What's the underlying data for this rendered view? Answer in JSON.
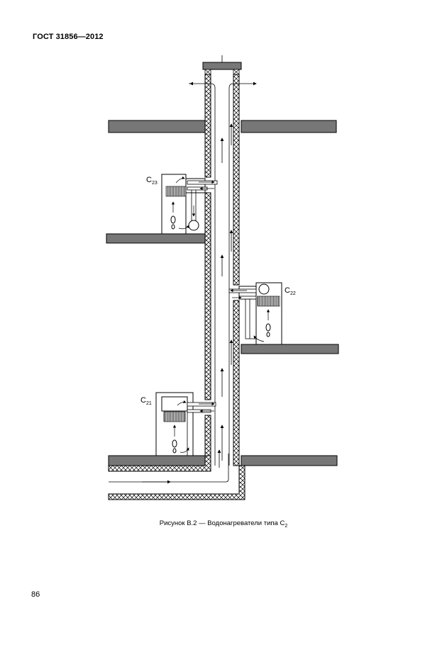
{
  "header": {
    "standard": "ГОСТ 31856—2012"
  },
  "figure": {
    "labels": {
      "c23": {
        "main": "C",
        "sub": "23"
      },
      "c22": {
        "main": "C",
        "sub": "22"
      },
      "c21": {
        "main": "C",
        "sub": "21"
      }
    },
    "caption": {
      "text": "Рисунок B.2 — Водонагреватели типа C",
      "sub": "2"
    }
  },
  "footer": {
    "page_number": "86"
  }
}
